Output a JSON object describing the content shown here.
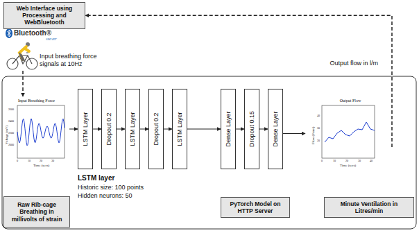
{
  "diagram": {
    "nodes": [
      {
        "text": [
          "Web Interface using Processing and WebBluetooth"
        ]
      },
      {
        "text": [
          "Input Breathing Force"
        ]
      },
      {
        "text": [
          "LSTM Layer"
        ]
      },
      {
        "text": [
          "Dropout 0.2"
        ]
      },
      {
        "text": [
          "LSTM Layer"
        ]
      },
      {
        "text": [
          "Dropout 0.2"
        ]
      },
      {
        "text": [
          "LSTM Layer"
        ]
      },
      {
        "text": [
          "Dense Layer"
        ]
      },
      {
        "text": [
          "Dropout 0.15"
        ]
      },
      {
        "text": [
          "Dense Layer"
        ]
      },
      {
        "text": [
          "Output Flow"
        ]
      },
      {
        "text": [
          "Raw Rib-cage Breathing in millivolts of strain"
        ]
      },
      {
        "text": [
          "PyTorch Model on HTTP Server"
        ]
      },
      {
        "text": [
          "Minute Ventilation in Litres/min"
        ]
      }
    ],
    "edges": [
      {
        "from": 1,
        "to": 2,
        "arrow": "to"
      },
      {
        "from": 2,
        "to": 3,
        "arrow": "to"
      },
      {
        "from": 3,
        "to": 4,
        "arrow": "to"
      },
      {
        "from": 4,
        "to": 5,
        "arrow": "to"
      },
      {
        "from": 5,
        "to": 6,
        "arrow": "to"
      },
      {
        "from": 6,
        "to": 7,
        "arrow": "to"
      },
      {
        "from": 7,
        "to": 8,
        "arrow": "to"
      },
      {
        "from": 8,
        "to": 9,
        "arrow": "to"
      },
      {
        "from": 9,
        "to": 10,
        "arrow": "to"
      },
      {
        "from": 10,
        "to": 0,
        "label": "Output flow  in l/m",
        "arrow": "to"
      }
    ],
    "labels": [
      "Bluetooth®",
      "SMART",
      "Input breathing  force signals at 10Hz",
      "LSTM layer",
      "Historic size: 100 points",
      "Hidden neurons: 50",
      "Voltage (mV)",
      "Time (secs)",
      "2600",
      "2400",
      "2200",
      "2000",
      "0",
      "10",
      "20",
      "30",
      "Flow (l/min)",
      "Time (secs)",
      "40",
      "30",
      "20",
      "0",
      "10",
      "20",
      "30",
      "40"
    ]
  }
}
